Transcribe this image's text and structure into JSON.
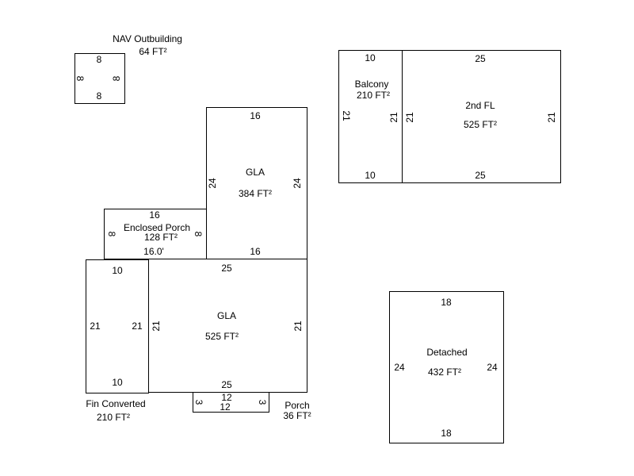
{
  "nav_outbuilding": {
    "name": "NAV Outbuilding",
    "area": "64 FT²",
    "top": "8",
    "bottom": "8",
    "left": "8",
    "right": "8"
  },
  "gla_upper": {
    "name": "GLA",
    "area": "384 FT²",
    "top": "16",
    "bottom": "16",
    "left": "24",
    "right": "24"
  },
  "enclosed_porch": {
    "name": "Enclosed Porch",
    "area": "128 FT²",
    "top": "16",
    "bottom": "16.0'",
    "left": "8",
    "right": "8"
  },
  "fin_converted": {
    "name": "Fin Converted",
    "area": "210 FT²",
    "top": "10",
    "bottom": "10",
    "left": "21",
    "right": "21"
  },
  "gla_lower": {
    "name": "GLA",
    "area": "525 FT²",
    "top": "25",
    "bottom": "25",
    "left": "21",
    "right": "21"
  },
  "porch": {
    "name": "Porch",
    "area": "36 FT²",
    "top": "12",
    "bottom": "12",
    "left": "3",
    "right": "3"
  },
  "balcony": {
    "name": "Balcony",
    "area": "210 FT²",
    "top": "10",
    "bottom": "10",
    "left": "21",
    "right": "21"
  },
  "second_floor": {
    "name": "2nd FL",
    "area": "525 FT²",
    "top": "25",
    "bottom": "25",
    "left": "21",
    "right": "21"
  },
  "detached": {
    "name": "Detached",
    "area": "432 FT²",
    "top": "18",
    "bottom": "18",
    "left": "24",
    "right": "24"
  }
}
